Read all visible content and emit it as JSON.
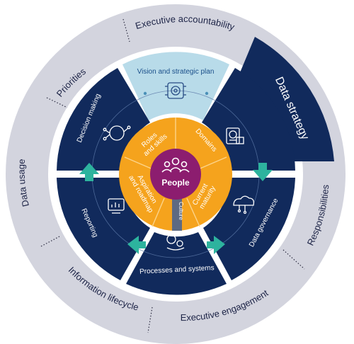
{
  "outer_ring": {
    "labels": {
      "executive_accountability": "Executive accountability",
      "priorities": "Priorities",
      "data_usage": "Data usage",
      "information_lifecycle": "Information lifecycle",
      "executive_engagement": "Executive engagement",
      "responsibilities": "Responsibilities"
    }
  },
  "highlight": {
    "label": "Data strategy"
  },
  "segments": {
    "vision": "Vision and strategic plan",
    "decision_making": "Decision making",
    "reporting": "Reporting",
    "processes": "Processes and systems",
    "governance": "Data governance"
  },
  "inner": {
    "roles": [
      "Roles",
      "and skills"
    ],
    "domains": "Domains",
    "current": [
      "Current",
      "maturity"
    ],
    "aspiration": [
      "Aspiration",
      "and roadmap"
    ],
    "culture": "Culture"
  },
  "center": {
    "label": "People"
  },
  "colors": {
    "outer_ring": "#d3d4de",
    "navy": "#112a5c",
    "light_blue": "#b8dbe9",
    "orange": "#f5a31d",
    "purple": "#8c1d6f",
    "teal": "#2db39e",
    "grey_strip": "#5d6a82"
  }
}
